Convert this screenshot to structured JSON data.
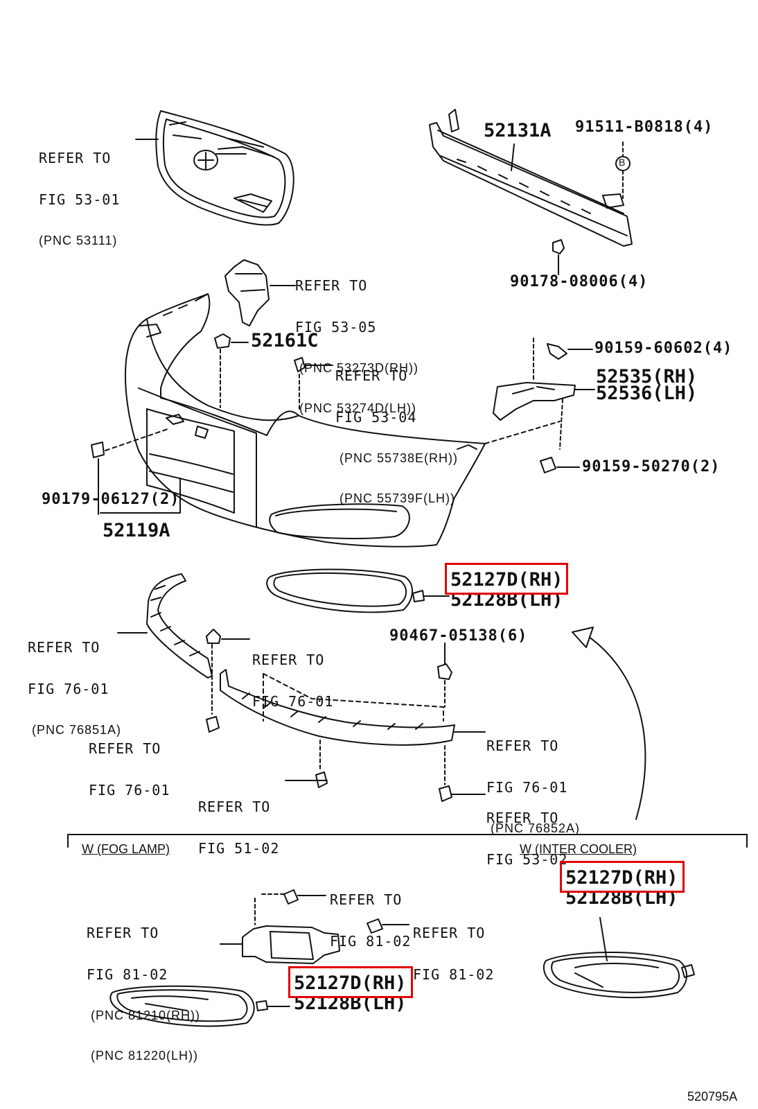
{
  "grille_ref": {
    "l1": "REFER TO",
    "l2": "FIG 53-01",
    "l3": "(PNC 53111)"
  },
  "reinforcement": {
    "part": "52131A",
    "bolt": "91511-B0818(4)",
    "bolt_mark": "B",
    "nut": "90178-08006(4)"
  },
  "bracket_ref": {
    "l1": "REFER TO",
    "l2": "FIG 53-05",
    "l3": "(PNC 53273D(RH))",
    "l4": "(PNC 53274D(LH))"
  },
  "clip": {
    "part": "52161C"
  },
  "ref_53_04": {
    "l1": "REFER TO",
    "l2": "FIG 53-04",
    "l3": "(PNC 55738E(RH))",
    "l4": "(PNC 55739F(LH))"
  },
  "screw_top": {
    "part": "90159-60602(4)"
  },
  "side_retainer": {
    "rh": "52535(RH)",
    "lh": "52536(LH)"
  },
  "screw_side": {
    "part": "90159-50270(2)"
  },
  "retainer_clip": {
    "part": "90179-06127(2)"
  },
  "bumper": {
    "part": "52119A"
  },
  "fog_cover_top": {
    "rh": "52127D(RH)",
    "lh": "52128B(LH)"
  },
  "spoiler_ref_left": {
    "l1": "REFER TO",
    "l2": "FIG 76-01",
    "l3": "(PNC 76851A)"
  },
  "ref_76_01_small": {
    "l1": "REFER TO",
    "l2": "FIG 76-01"
  },
  "clip_90467": {
    "part": "90467-05138(6)"
  },
  "ref_76_01_lower": {
    "l1": "REFER TO",
    "l2": "FIG 76-01"
  },
  "spoiler_ref_right": {
    "l1": "REFER TO",
    "l2": "FIG 76-01",
    "l3": "(PNC 76852A)"
  },
  "ref_51_02": {
    "l1": "REFER TO",
    "l2": "FIG 51-02"
  },
  "ref_53_02": {
    "l1": "REFER TO",
    "l2": "FIG 53-02"
  },
  "section_fog": {
    "title": "W (FOG LAMP)"
  },
  "section_intercooler": {
    "title": "W (INTER COOLER)"
  },
  "ref_81_02_top": {
    "l1": "REFER TO",
    "l2": "FIG 81-02"
  },
  "ref_81_02_left": {
    "l1": "REFER TO",
    "l2": "FIG 81-02",
    "l3": "(PNC 81210(RH))",
    "l4": "(PNC 81220(LH))"
  },
  "ref_81_02_right": {
    "l1": "REFER TO",
    "l2": "FIG 81-02"
  },
  "fog_cover_fog": {
    "rh": "52127D(RH)",
    "lh": "52128B(LH)"
  },
  "fog_cover_ic": {
    "rh": "52127D(RH)",
    "lh": "52128B(LH)"
  },
  "drawing_id": "520795A",
  "colors": {
    "line": "#111111",
    "highlight": "#e00000",
    "background": "#ffffff"
  }
}
